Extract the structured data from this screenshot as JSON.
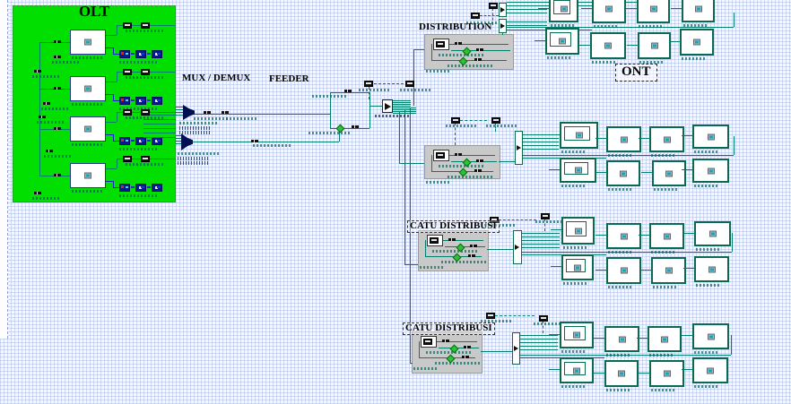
{
  "labels": {
    "olt": "OLT",
    "mux_demux": "MUX / DEMUX",
    "feeder": "FEEDER",
    "distribution": "DISTRIBUTION",
    "ont": "ONT",
    "catu_distribusi_1": "CATU DISTRIBUSI",
    "catu_distribusi_2": "CATU DISTRIBUSI"
  },
  "colors": {
    "olt_region_fill": "#00DF00",
    "optical_wire": "#00806A",
    "electrical_wire": "#1626C6",
    "distribution_group_fill": "#C9C9C9",
    "component_fill": "#FFFFFF",
    "mux_icon_fill": "#020F52",
    "canvas_grid": "#AFBEE6"
  }
}
